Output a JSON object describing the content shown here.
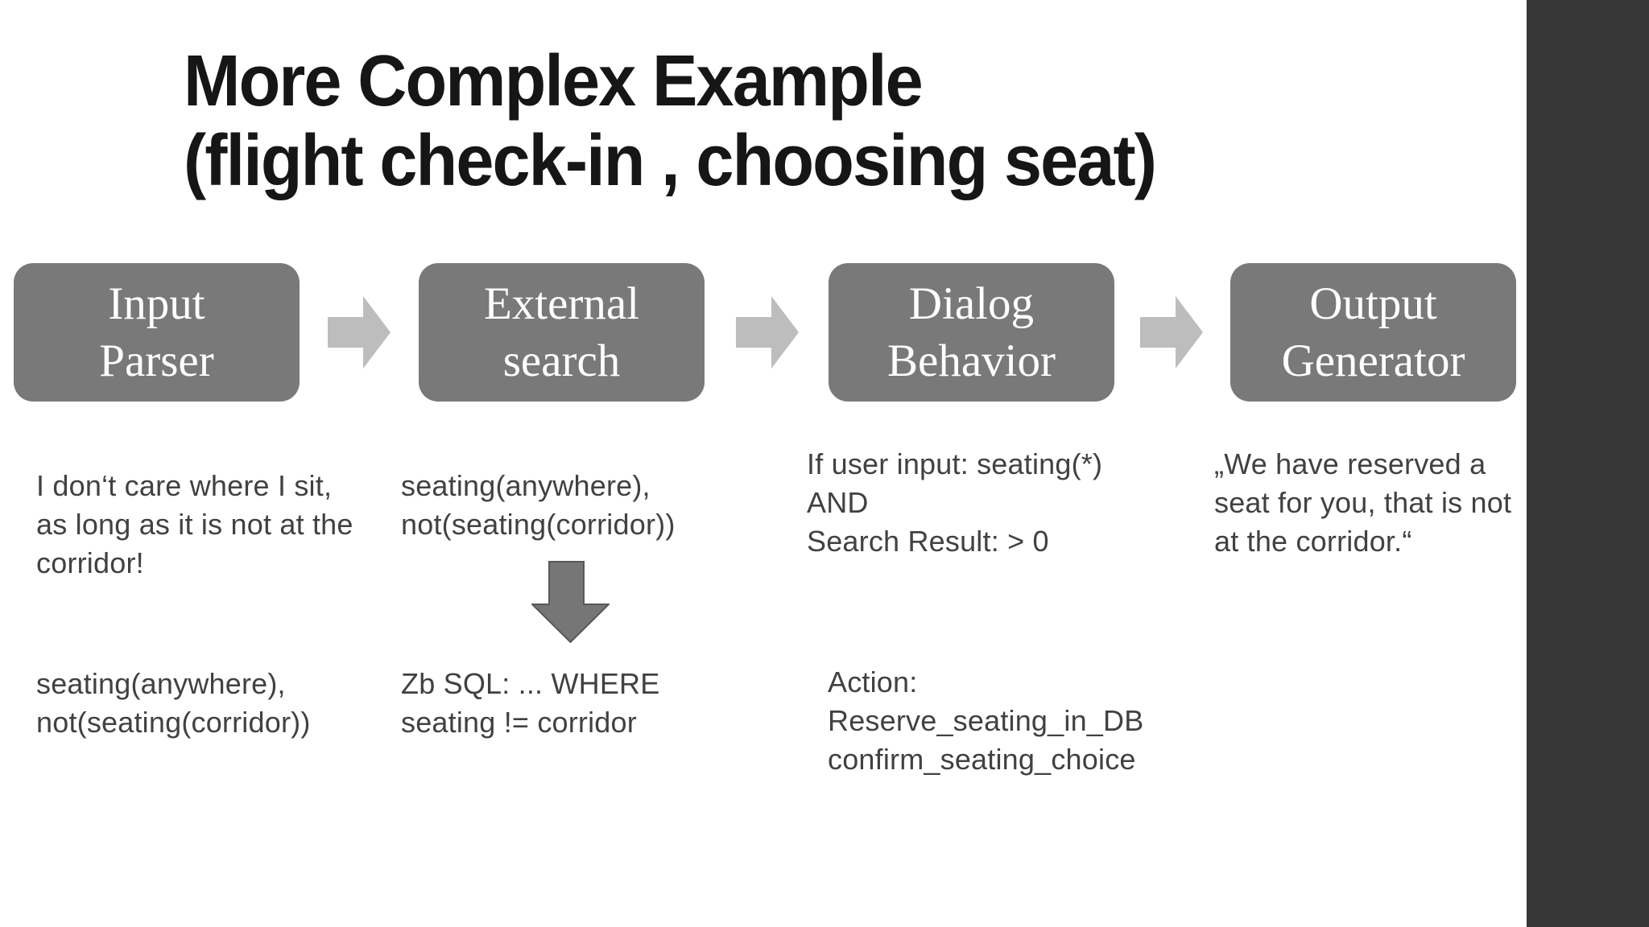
{
  "slide": {
    "title_line1": "More Complex Example",
    "title_line2": "(flight check-in , choosing seat)"
  },
  "pipeline": [
    {
      "line1": "Input",
      "line2": "Parser"
    },
    {
      "line1": "External",
      "line2": "search"
    },
    {
      "line1": "Dialog",
      "line2": "Behavior"
    },
    {
      "line1": "Output",
      "line2": "Generator"
    }
  ],
  "annotations": {
    "input_user_utterance": [
      "I don‘t care where I sit,",
      "as long as it is not at the",
      "corridor!"
    ],
    "input_parse_result": [
      "seating(anywhere),",
      "not(seating(corridor))"
    ],
    "external_search_input": [
      "seating(anywhere),",
      "not(seating(corridor))"
    ],
    "external_search_query": [
      "Zb SQL: ... WHERE",
      "seating != corridor"
    ],
    "dialog_condition": [
      "If user input: seating(*)",
      "AND",
      "Search Result: > 0"
    ],
    "dialog_action": [
      "Action:",
      "Reserve_seating_in_DB",
      "confirm_seating_choice"
    ],
    "output_utterance": [
      "„We have reserved a",
      "seat for you, that is not",
      "at the corridor.“"
    ]
  },
  "icons": {
    "flow_arrow": "right-block-arrow",
    "step_arrow": "down-block-arrow"
  },
  "colors": {
    "box_fill": "#797979",
    "box_text": "#ffffff",
    "flow_arrow": "#bdbdbd",
    "down_arrow_fill": "#767676",
    "down_arrow_edge": "#585858",
    "side_bar": "#363636",
    "body_text": "#414141",
    "title_text": "#161616"
  }
}
